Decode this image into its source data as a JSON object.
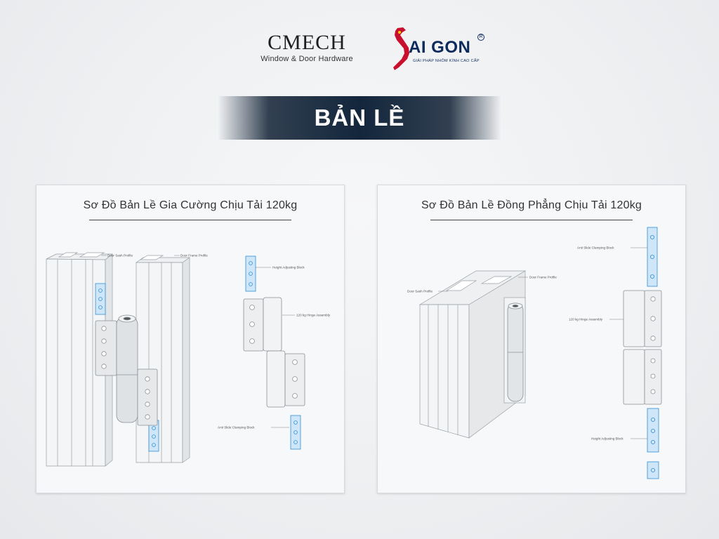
{
  "header": {
    "brand1": {
      "name": "CMECH",
      "tagline": "Window & Door Hardware"
    },
    "brand2": {
      "name": "AI GON",
      "slogan": "GIẢI PHÁP NHÔM KÍNH CAO CẤP",
      "mark": "R"
    }
  },
  "banner": {
    "title": "BẢN LỀ"
  },
  "panels": [
    {
      "title": "Sơ Đồ Bản Lề Gia Cường Chịu Tải 120kg",
      "labels": {
        "sash": "Door Sash Profile",
        "frame": "Door Frame Profile",
        "height": "Height Adjusting Block",
        "hinge": "120 kg Hinge Assembly",
        "anti": "Anti Slide Clamping Block"
      }
    },
    {
      "title": "Sơ Đồ Bản Lề Đồng Phẳng Chịu Tải 120kg",
      "labels": {
        "anti": "Anti Slide Clamping Block",
        "sash": "Door Sash Profile",
        "frame": "Door Frame Profile",
        "hinge": "120 kg Hinge Assembly",
        "height": "Height Adjusting Block"
      }
    }
  ],
  "colors": {
    "banner": "#13263c",
    "accent_blue": "#2f8fd6",
    "brand_red": "#c8102e",
    "brand_navy": "#0d2a5c"
  }
}
